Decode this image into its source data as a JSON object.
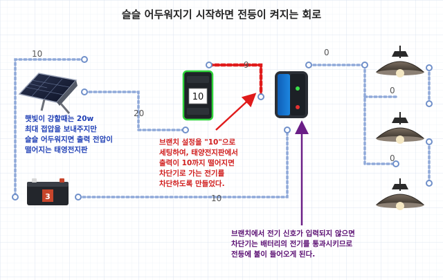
{
  "title": "슬슬 어두워지기 시작하면 전등이 켜지는 회로",
  "annotations": {
    "solar_note": "햇빛이 강할때는 20w\n최대 접압을 보내주지만\n슬슬 어두워지면 출력 전압이\n떨어지는 태영전지판",
    "branch_note": "브랜치 설정을 \"10\"으로\n세팅하여, 태양전지판에서\n출력이 10까지 떨어지면\n차단기로 가는 전기를\n차단하도록 만들었다.",
    "breaker_note": "브랜치에서 전기 신호가 입력되지 않으면\n차단기는 배터리의 전기를 통과시키므로\n전등에 불이  들어오게 된다."
  },
  "branch_device": {
    "value": "10"
  },
  "battery": {
    "label": "3"
  },
  "wire_labels": {
    "top_left": "10",
    "solar_to_branch": "20",
    "branch_to_breaker": "9",
    "battery_to_breaker": "10",
    "breaker_to_lamps": "0",
    "lamp_1_2": "0",
    "lamp_2_3": "0"
  },
  "components": {
    "solar_panel": "solar-panel-icon",
    "branch": "branch-device-icon",
    "breaker": "breaker-device-icon",
    "battery": "battery-icon",
    "lamp": "ceiling-lamp-icon"
  },
  "colors": {
    "wire": "#8fa9d9",
    "active_wire": "#e01b1b",
    "branch_outline": "#2fd43a",
    "arrow_red": "#e01b1b",
    "arrow_purple": "#6a1e86",
    "solar_text": "#1f3fb5",
    "branch_text": "#d01c1c",
    "breaker_text": "#5a0e72"
  }
}
